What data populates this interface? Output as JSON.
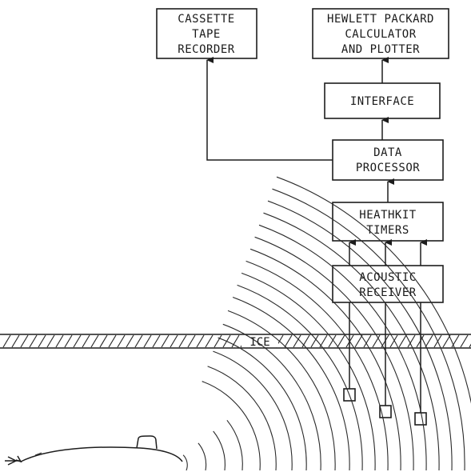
{
  "blocks": {
    "cassette": [
      "CASSETTE",
      "TAPE",
      "RECORDER"
    ],
    "hp": [
      "HEWLETT PACKARD",
      "CALCULATOR",
      "AND PLOTTER"
    ],
    "interface": [
      "INTERFACE"
    ],
    "processor": [
      "DATA",
      "PROCESSOR"
    ],
    "timers": [
      "HEATHKIT",
      "TIMERS"
    ],
    "receiver": [
      "ACOUSTIC",
      "RECEIVER"
    ]
  },
  "ice_label": "ICE"
}
